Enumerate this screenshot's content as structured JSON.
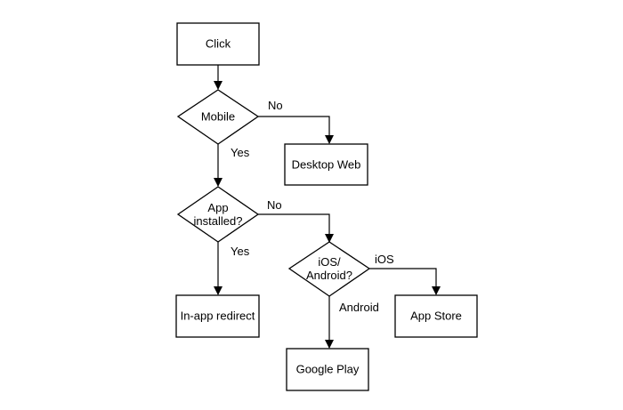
{
  "flowchart": {
    "nodes": {
      "click": {
        "label": "Click"
      },
      "mobile": {
        "label": "Mobile"
      },
      "desktop_web": {
        "label": "Desktop Web"
      },
      "app_installed": {
        "line1": "App",
        "line2": "installed?"
      },
      "ios_android": {
        "line1": "iOS/",
        "line2": "Android?"
      },
      "in_app_redirect": {
        "label": "In-app redirect"
      },
      "app_store": {
        "label": "App Store"
      },
      "google_play": {
        "label": "Google Play"
      }
    },
    "edge_labels": {
      "mobile_no": "No",
      "mobile_yes": "Yes",
      "installed_no": "No",
      "installed_yes": "Yes",
      "os_ios": "iOS",
      "os_android": "Android"
    }
  },
  "colors": {
    "stroke": "#000000",
    "fill": "#ffffff",
    "background": "#ffffff"
  }
}
